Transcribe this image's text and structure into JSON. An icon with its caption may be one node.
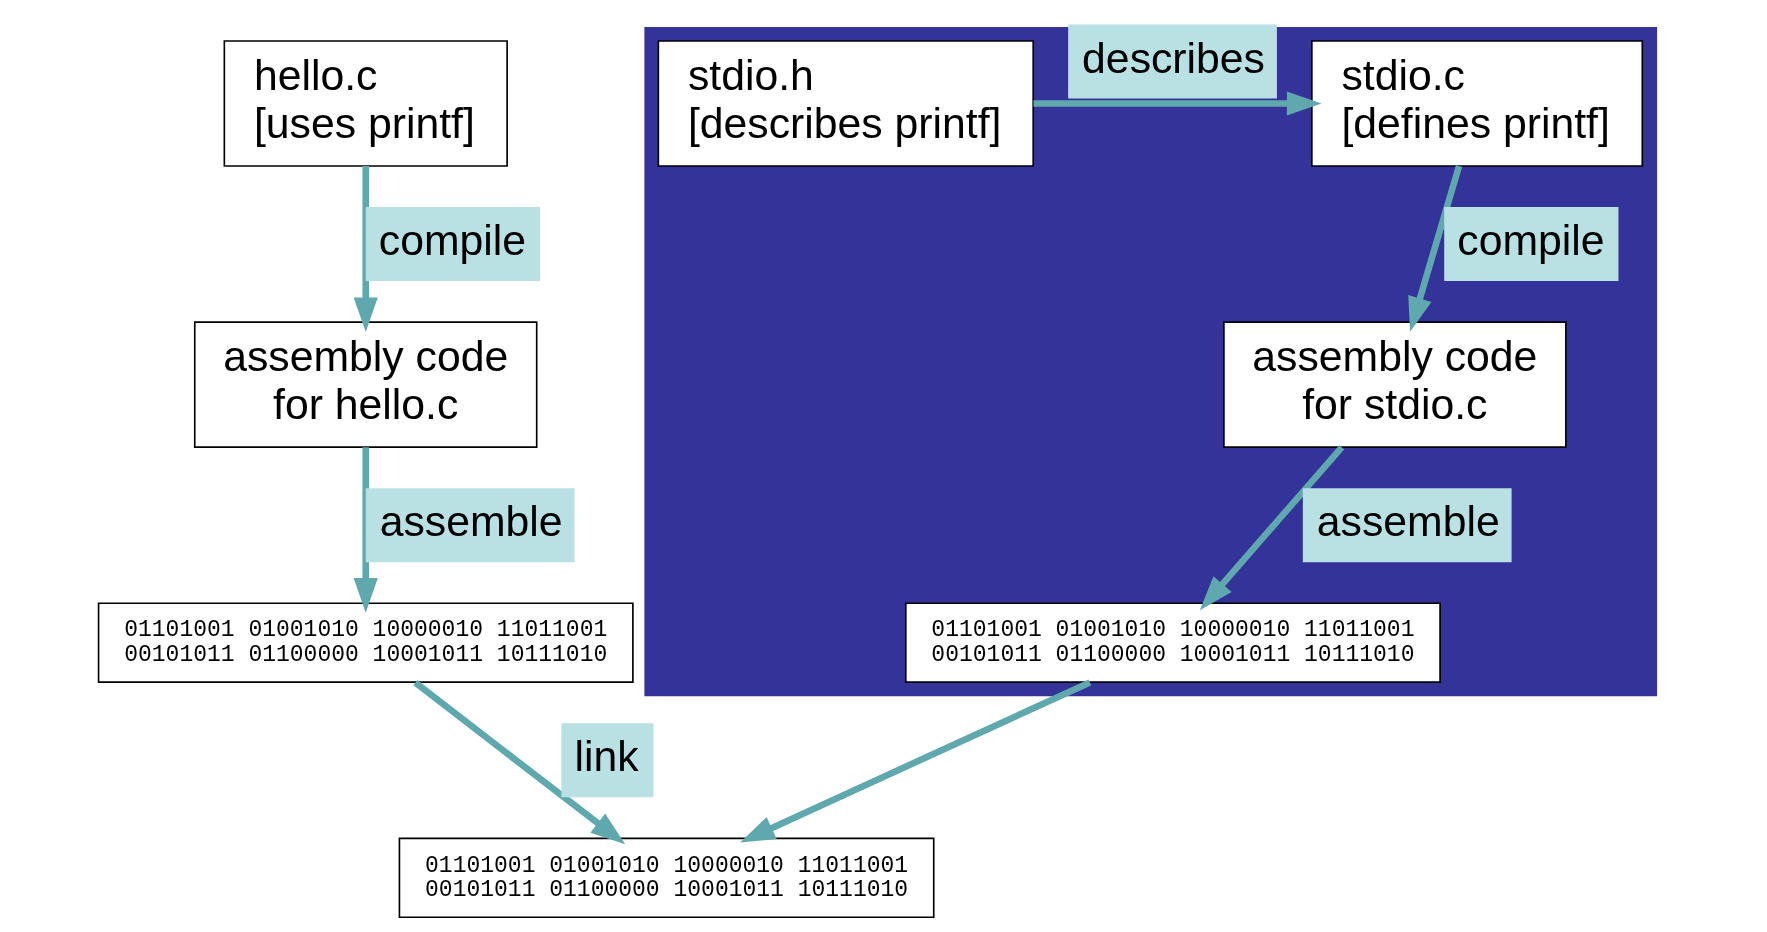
{
  "diagram": {
    "nodes": [
      {
        "text": [
          "hello.c",
          "[uses printf]"
        ]
      },
      {
        "text": [],
        "shape": "box"
      },
      {
        "text": [
          "stdio.h",
          "[describes printf]"
        ],
        "in": 1
      },
      {
        "text": [
          "stdio.c",
          "[defines printf]"
        ],
        "in": 1
      },
      {
        "text": [
          "assembly code for hello.c"
        ]
      },
      {
        "text": [
          "assembly code for stdio.c"
        ],
        "in": 1
      },
      {
        "text": [
          "01101001 01001010 10000010 11011001 00101011 01100000 10001011 10111010"
        ]
      },
      {
        "text": [
          "01101001 01001010 10000010 11011001 00101011 01100000 10001011 10111010"
        ],
        "in": 1
      },
      {
        "text": [
          "01101001 01001010 10000010 11011001 00101011 01100000 10001011 10111010"
        ]
      }
    ],
    "edges": [
      {
        "from": 0,
        "to": 4,
        "arrow": "to",
        "label": "compile"
      },
      {
        "from": 2,
        "to": 3,
        "arrow": "to",
        "label": "describes"
      },
      {
        "from": 3,
        "to": 5,
        "arrow": "to",
        "label": "compile"
      },
      {
        "from": 4,
        "to": 6,
        "arrow": "to",
        "label": "assemble"
      },
      {
        "from": 5,
        "to": 7,
        "arrow": "to",
        "label": "assemble"
      },
      {
        "from": 6,
        "to": 8,
        "arrow": "to",
        "label": "link"
      },
      {
        "from": 7,
        "to": 8,
        "arrow": "to"
      }
    ]
  }
}
